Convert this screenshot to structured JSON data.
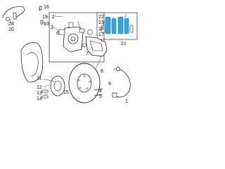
{
  "diagram": {
    "callouts": [
      {
        "id": "n24",
        "label": "24"
      },
      {
        "id": "n20",
        "label": "20"
      },
      {
        "id": "n16",
        "label": "16"
      },
      {
        "id": "n19",
        "label": "19"
      },
      {
        "id": "n10",
        "label": "10"
      },
      {
        "id": "n2",
        "label": "2"
      },
      {
        "id": "n3",
        "label": "3"
      },
      {
        "id": "n22",
        "label": "22"
      },
      {
        "id": "n23",
        "label": "23"
      },
      {
        "id": "n18",
        "label": "18"
      },
      {
        "id": "n17",
        "label": "17"
      },
      {
        "id": "n21",
        "label": "21"
      },
      {
        "id": "n6",
        "label": "6"
      },
      {
        "id": "n7",
        "label": "7"
      },
      {
        "id": "n8",
        "label": "8"
      },
      {
        "id": "n11",
        "label": "11"
      },
      {
        "id": "n12",
        "label": "12"
      },
      {
        "id": "n13",
        "label": "13"
      },
      {
        "id": "n14",
        "label": "14"
      },
      {
        "id": "n15",
        "label": "15"
      },
      {
        "id": "n4",
        "label": "4"
      },
      {
        "id": "n5",
        "label": "5"
      },
      {
        "id": "n9",
        "label": "9"
      },
      {
        "id": "n1",
        "label": "1"
      }
    ],
    "colors": {
      "line": "#222222",
      "part_fill": "#ffffff",
      "pad_highlight": "#33a6e0",
      "box": "#444444"
    }
  }
}
